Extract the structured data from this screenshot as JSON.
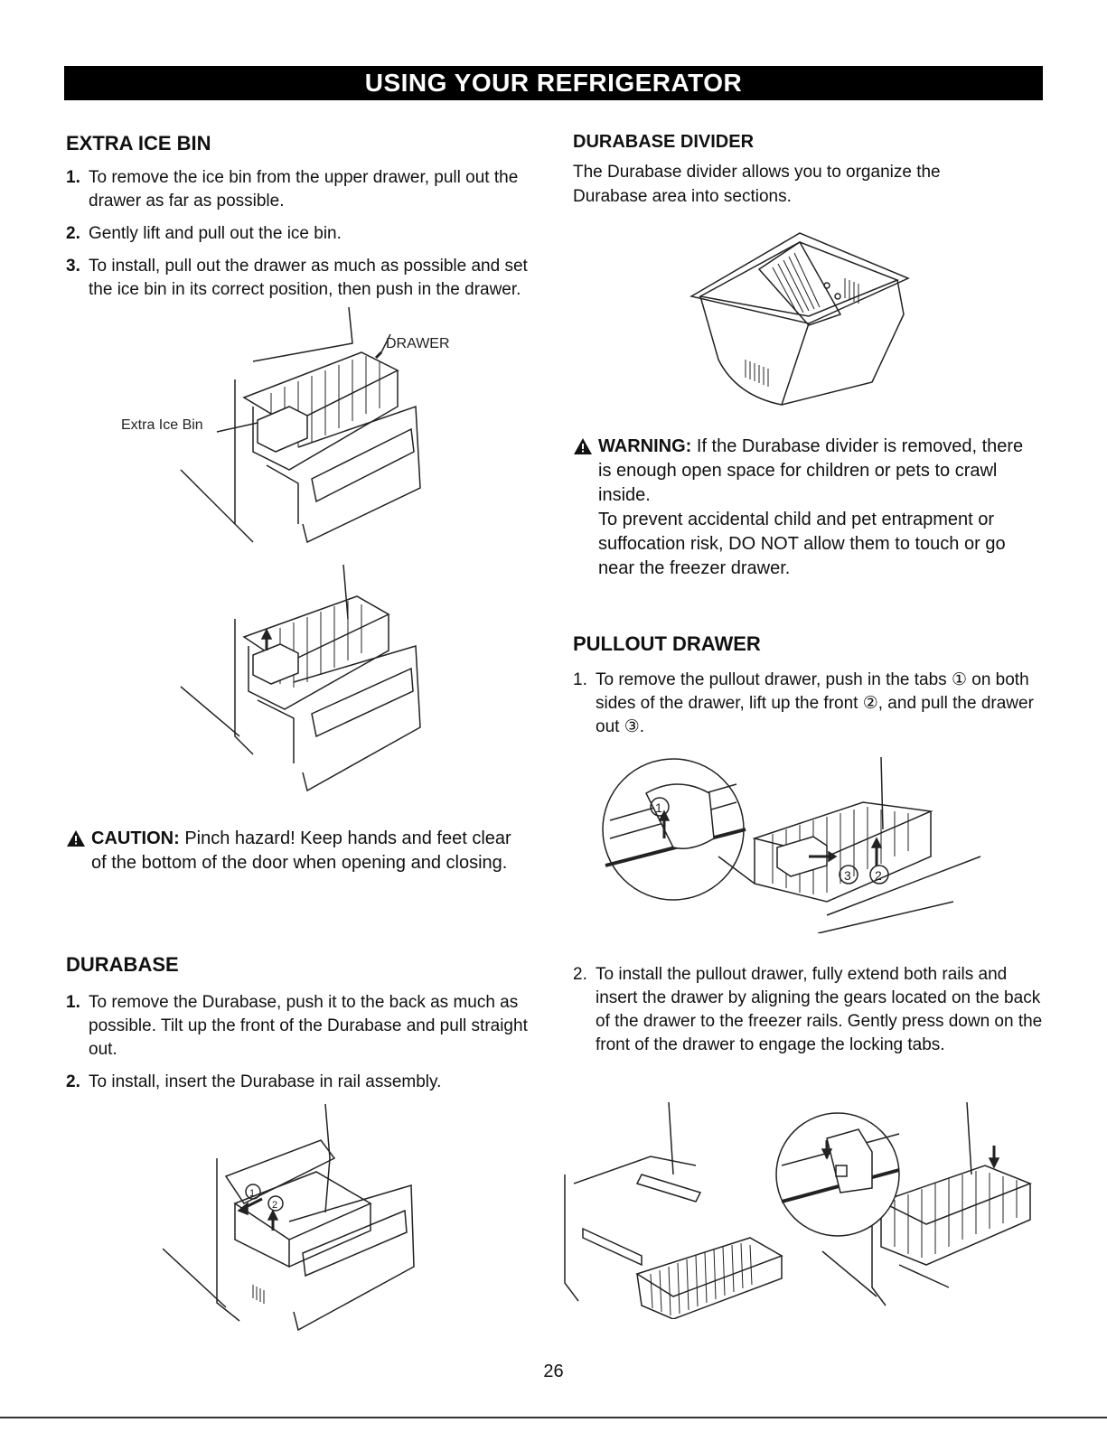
{
  "header": {
    "title": "USING YOUR REFRIGERATOR"
  },
  "extra_ice_bin": {
    "heading": "EXTRA ICE BIN",
    "steps": [
      {
        "num": "1.",
        "text": "To remove the ice bin from the upper drawer, pull out the drawer as far as possible."
      },
      {
        "num": "2.",
        "text": "Gently lift and pull out the ice bin."
      },
      {
        "num": "3.",
        "text": "To install, pull out the drawer as much as possible and set the ice bin in its correct position, then push in the drawer."
      }
    ],
    "label_drawer": "DRAWER",
    "label_extra_ice_bin": "Extra Ice Bin"
  },
  "caution": {
    "label": "CAUTION:",
    "text": "Pinch hazard! Keep hands and feet clear of the bottom of the door when opening and closing."
  },
  "durabase": {
    "heading": "DURABASE",
    "steps": [
      {
        "num": "1.",
        "text": "To remove the Durabase, push it to the back as much as possible. Tilt up the front of the Durabase and pull straight out."
      },
      {
        "num": "2.",
        "text": "To install, insert the Durabase in rail assembly."
      }
    ]
  },
  "durabase_divider": {
    "heading": "DURABASE DIVIDER",
    "text": "The Durabase divider allows you to organize the Durabase area into sections."
  },
  "warning": {
    "label": "WARNING:",
    "text": "If the Durabase divider is removed, there is enough open space for children or pets to crawl inside.",
    "text2": "To prevent accidental child and pet entrapment or suffocation risk, DO NOT allow them to touch or go near the freezer drawer."
  },
  "pullout_drawer": {
    "heading": "PULLOUT DRAWER",
    "steps": [
      {
        "num": "1.",
        "text": "To remove the pullout drawer, push in the tabs ① on both sides of the drawer, lift up the front ②, and pull the drawer out ③."
      },
      {
        "num": "2.",
        "text": "To install the pullout drawer, fully extend both rails and insert the drawer by aligning the gears located on the back of the drawer to the freezer rails. Gently press down on the front of the drawer to engage the locking tabs."
      }
    ],
    "callouts": [
      "①",
      "②",
      "③"
    ]
  },
  "footer": {
    "page_number": "26"
  }
}
